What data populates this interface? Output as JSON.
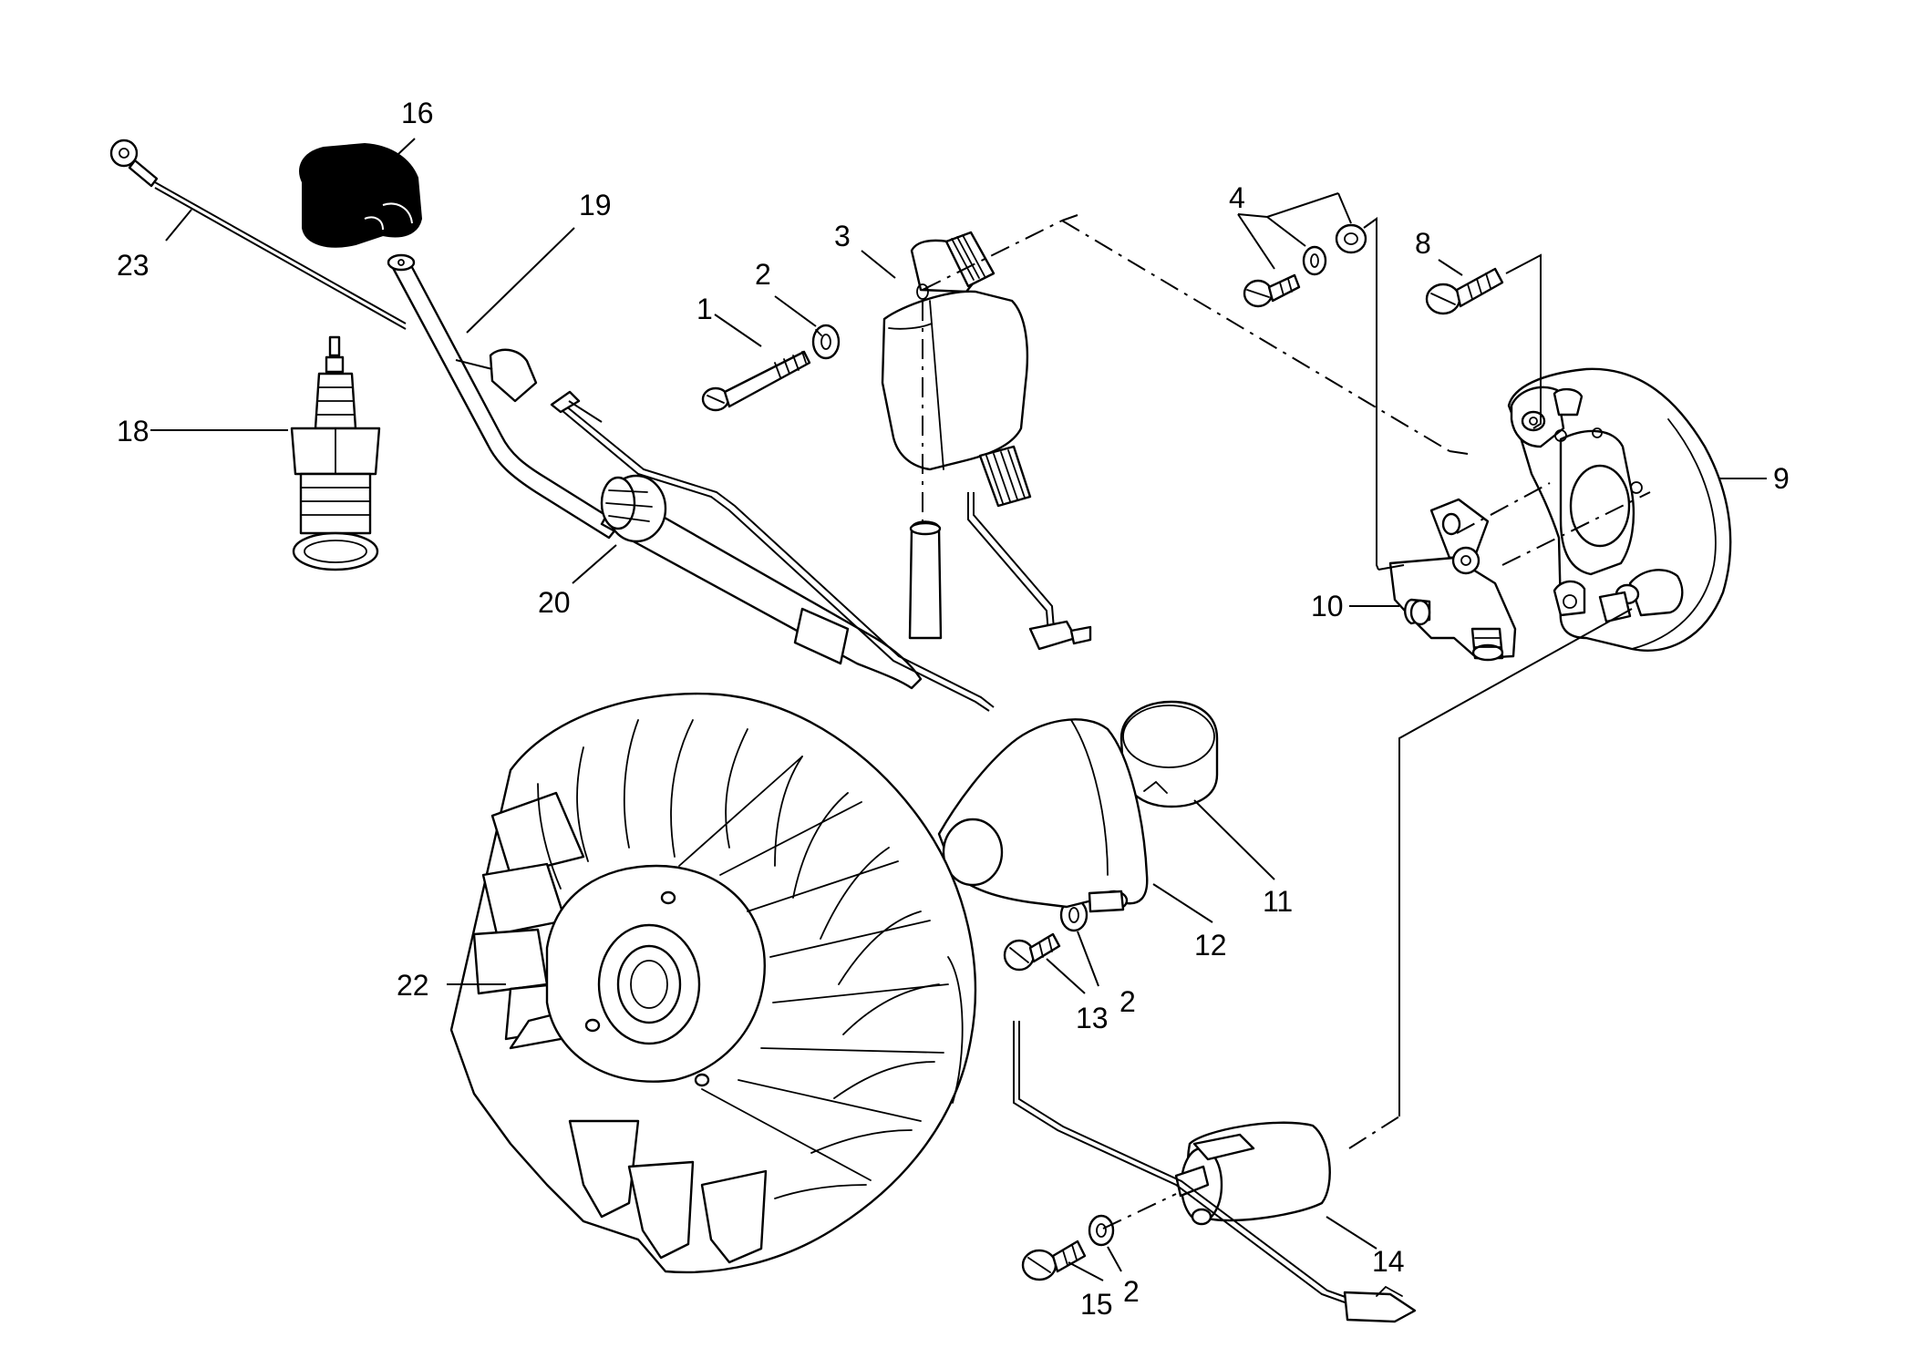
{
  "callouts": [
    {
      "id": "c1",
      "text": "1"
    },
    {
      "id": "c2a",
      "text": "2"
    },
    {
      "id": "c2b",
      "text": "2"
    },
    {
      "id": "c2c",
      "text": "2"
    },
    {
      "id": "c3",
      "text": "3"
    },
    {
      "id": "c4",
      "text": "4"
    },
    {
      "id": "c8",
      "text": "8"
    },
    {
      "id": "c9",
      "text": "9"
    },
    {
      "id": "c10",
      "text": "10"
    },
    {
      "id": "c11",
      "text": "11"
    },
    {
      "id": "c12",
      "text": "12"
    },
    {
      "id": "c13",
      "text": "13"
    },
    {
      "id": "c14",
      "text": "14"
    },
    {
      "id": "c15",
      "text": "15"
    },
    {
      "id": "c16",
      "text": "16"
    },
    {
      "id": "c18",
      "text": "18"
    },
    {
      "id": "c19",
      "text": "19"
    },
    {
      "id": "c20",
      "text": "20"
    },
    {
      "id": "c22",
      "text": "22"
    },
    {
      "id": "c23",
      "text": "23"
    }
  ]
}
